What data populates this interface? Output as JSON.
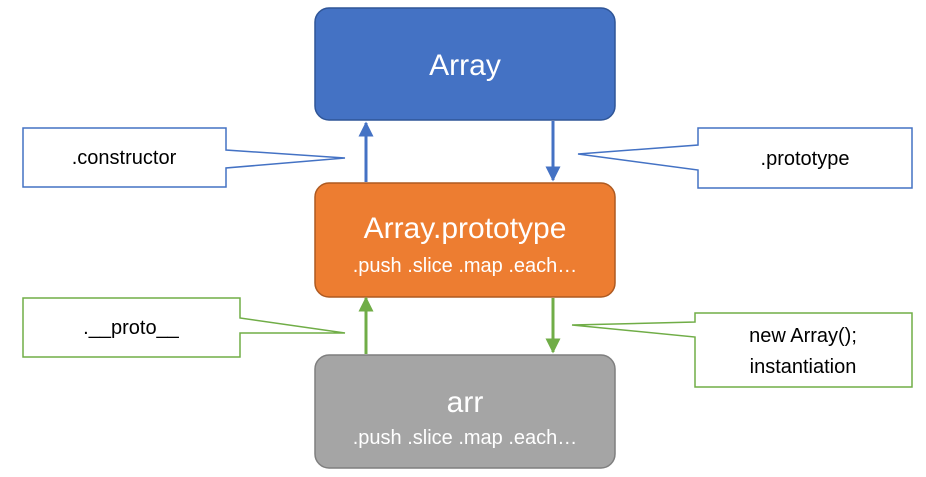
{
  "colors": {
    "array_box": "#4472C4",
    "prototype_box": "#ED7D31",
    "arr_box": "#A5A5A5",
    "blue_link": "#4472C4",
    "green_link": "#70AD47"
  },
  "boxes": {
    "array": {
      "title": "Array"
    },
    "prototype": {
      "title": "Array.prototype",
      "methods": ".push .slice .map .each…"
    },
    "arr": {
      "title": "arr",
      "methods": ".push .slice .map .each…"
    }
  },
  "callouts": {
    "constructor": {
      "text": ".constructor"
    },
    "prototype": {
      "text": ".prototype"
    },
    "proto": {
      "text": ".__proto__"
    },
    "new_array": {
      "line1": "new Array();",
      "line2": "instantiation"
    }
  }
}
